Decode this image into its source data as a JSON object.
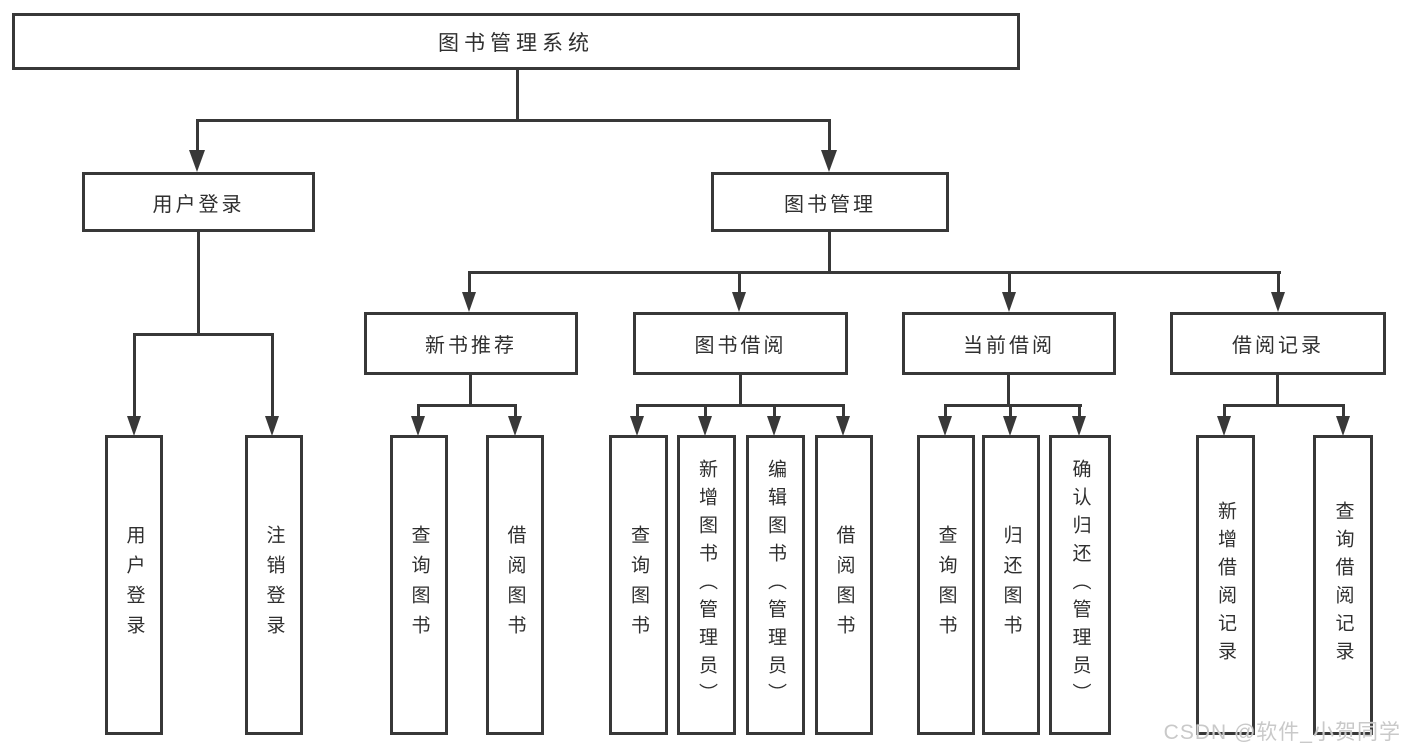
{
  "nodes": {
    "root": "图书管理系统",
    "user_login": "用户登录",
    "book_mgmt": "图书管理",
    "new_book_rec": "新书推荐",
    "book_borrow": "图书借阅",
    "current_borrow": "当前借阅",
    "borrow_record": "借阅记录",
    "leaf_user_login": "用户登录",
    "leaf_logout": "注销登录",
    "leaf_nbr_query": "查询图书",
    "leaf_nbr_borrow": "借阅图书",
    "leaf_bb_query": "查询图书",
    "leaf_bb_add": "新增图书（管理员）",
    "leaf_bb_edit": "编辑图书（管理员）",
    "leaf_bb_borrow": "借阅图书",
    "leaf_cb_query": "查询图书",
    "leaf_cb_return": "归还图书",
    "leaf_cb_confirm": "确认归还（管理员）",
    "leaf_br_add": "新增借阅记录",
    "leaf_br_query": "查询借阅记录"
  },
  "watermark": "CSDN @软件_小贺同学",
  "colors": {
    "line": "#383838",
    "text": "#2f2f2f",
    "box_background": "#ffffff",
    "page_background": "#ffffff",
    "watermark": "#c9c9c9"
  }
}
